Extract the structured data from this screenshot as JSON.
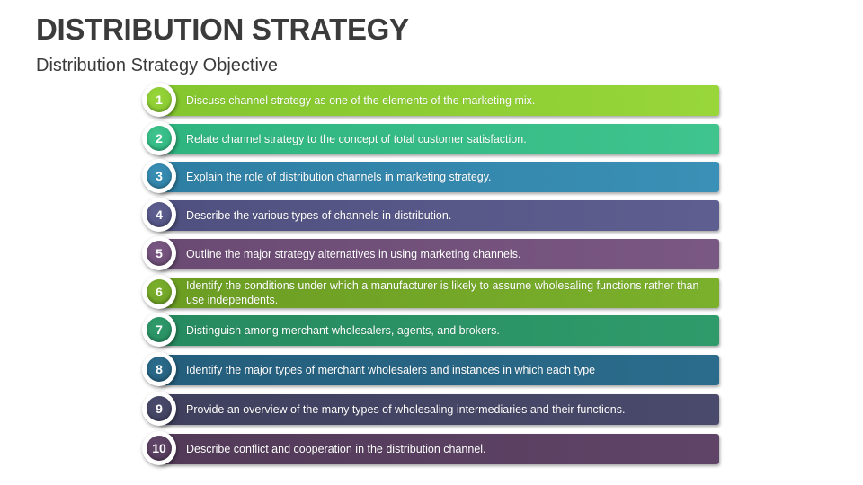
{
  "slide": {
    "title": "DISTRIBUTION STRATEGY",
    "subtitle": "Distribution Strategy Objective"
  },
  "items": [
    {
      "number": "1",
      "text": "Discuss channel strategy as one of the elements of the marketing mix.",
      "color": "#84c62e",
      "color_light": "#98d63a"
    },
    {
      "number": "2",
      "text": "Relate channel strategy to the concept of total customer satisfaction.",
      "color": "#2eb47f",
      "color_light": "#3fc48e"
    },
    {
      "number": "3",
      "text": "Explain the role of distribution channels in marketing strategy.",
      "color": "#2e7ea3",
      "color_light": "#3a90b6"
    },
    {
      "number": "4",
      "text": "Describe the various types of channels in distribution.",
      "color": "#505080",
      "color_light": "#5e5e90"
    },
    {
      "number": "5",
      "text": "Outline the major strategy alternatives in using marketing channels.",
      "color": "#6a4a72",
      "color_light": "#7a5884"
    },
    {
      "number": "6",
      "text": "Identify the conditions under which a manufacturer is likely to assume wholesaling functions rather than use independents.",
      "color": "#6b9d22",
      "color_light": "#7bb02c"
    },
    {
      "number": "7",
      "text": "Distinguish among merchant wholesalers, agents, and brokers.",
      "color": "#268a5f",
      "color_light": "#2f9b6b"
    },
    {
      "number": "8",
      "text": "Identify the major types of merchant wholesalers and instances in which each type",
      "color": "#245e7c",
      "color_light": "#2b6c8c"
    },
    {
      "number": "9",
      "text": "Provide an overview of the many types of wholesaling intermediaries and their functions.",
      "color": "#3f3f5e",
      "color_light": "#4a4a6c"
    },
    {
      "number": "10",
      "text": "Describe conflict and cooperation in the distribution channel.",
      "color": "#523a58",
      "color_light": "#604468"
    }
  ]
}
